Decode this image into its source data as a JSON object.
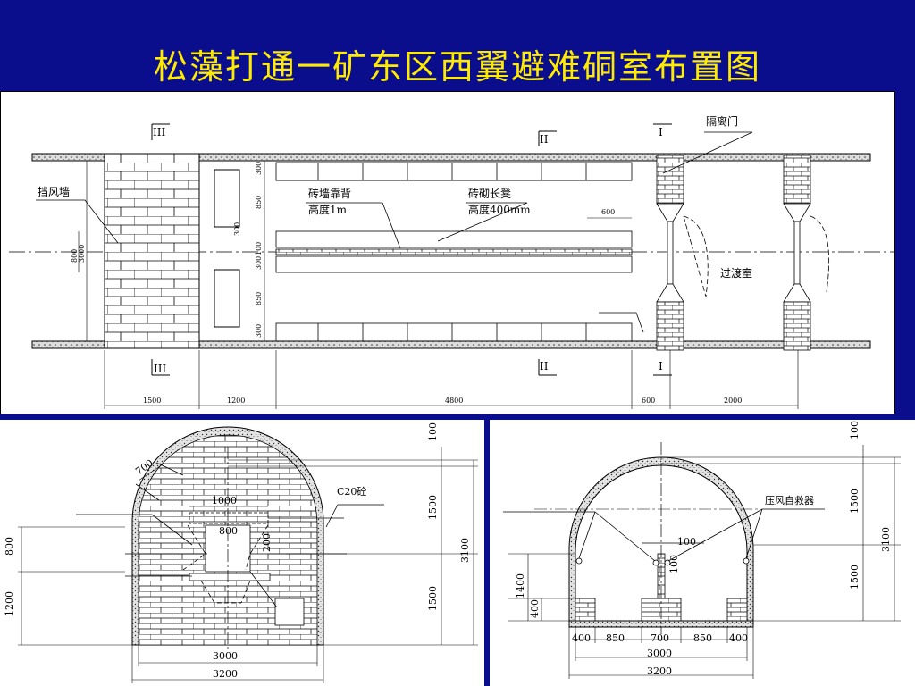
{
  "title": "松藻打通一矿东区西翼避难硐室布置图",
  "plan": {
    "labels": {
      "wind_wall": "挡风墙",
      "brick_back": "砖墙靠背",
      "back_height": "高度1m",
      "bench": "砖砌长凳",
      "bench_height": "高度400mm",
      "isolation_door": "隔离门",
      "transition": "过渡室"
    },
    "section_marks": {
      "s3": "III",
      "s2": "II",
      "s1": "I"
    },
    "dims_bottom": [
      "1500",
      "1200",
      "4800",
      "600",
      "2000"
    ],
    "dims_left": [
      "300",
      "850",
      "800",
      "3000",
      "300",
      "850",
      "300",
      "100",
      "300"
    ],
    "dim_600": "600"
  },
  "section1": {
    "c20": "C20砼",
    "d700": "700",
    "d1000": "1000",
    "d800": "800",
    "d200": "200",
    "left_800": "800",
    "left_1200": "1200",
    "r100": "100",
    "r1500a": "1500",
    "r1500b": "1500",
    "r3100": "3100",
    "b3000": "3000",
    "b3200": "3200"
  },
  "section2": {
    "self_rescue": "压风自救器",
    "d100": "100",
    "d100v": "100",
    "l1400": "1400",
    "l400": "400",
    "bottom_parts": [
      "400",
      "850",
      "700",
      "850",
      "400"
    ],
    "r100": "100",
    "r1500a": "1500",
    "r1500b": "1500",
    "r3100": "3100",
    "b3000": "3000",
    "b3200": "3200"
  }
}
